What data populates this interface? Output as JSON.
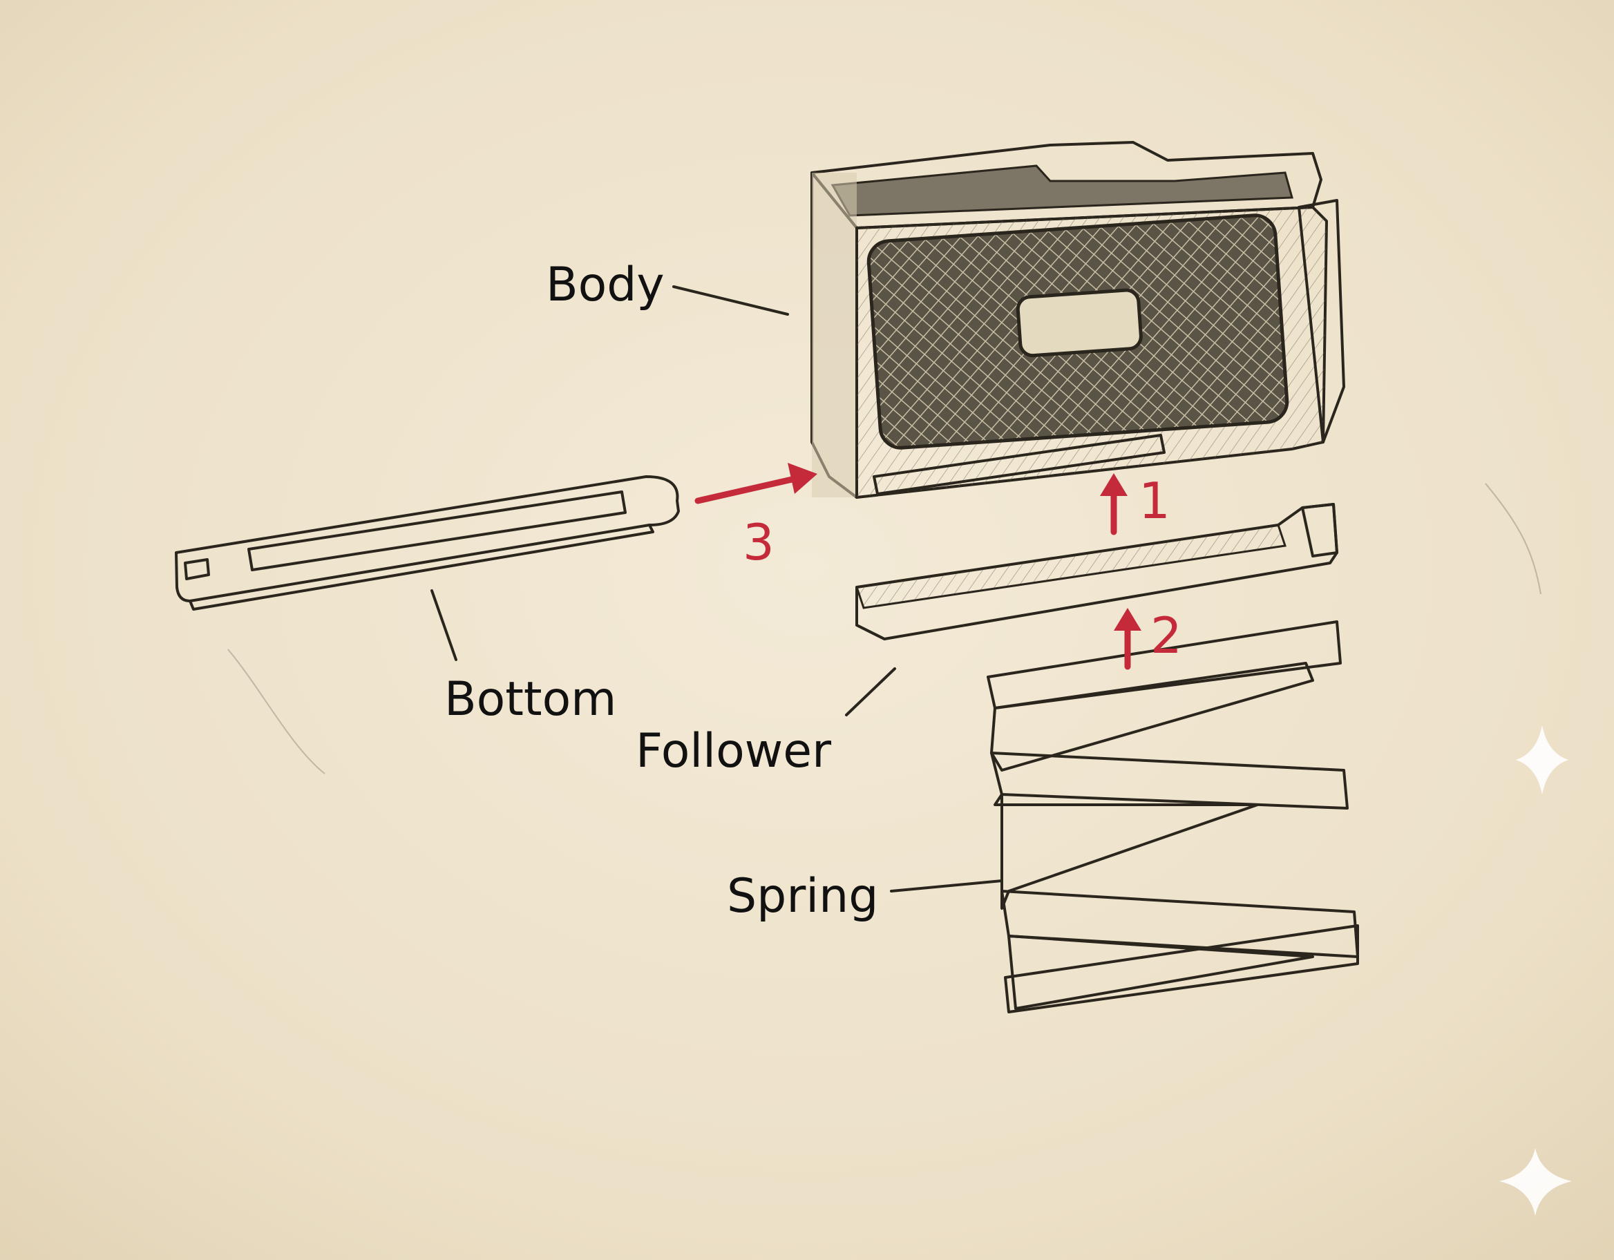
{
  "labels": {
    "body": "Body",
    "bottom": "Bottom",
    "follower": "Follower",
    "spring": "Spring"
  },
  "steps": {
    "one": "1",
    "two": "2",
    "three": "3"
  },
  "colors": {
    "paper": "#efe4cf",
    "ink": "#2b261d",
    "arrow": "#c42a3a",
    "part_fill": "#e6dcc2",
    "grip": "#5a5447"
  },
  "icons": {
    "sparkle_1": "sparkle-icon",
    "sparkle_2": "sparkle-icon"
  }
}
